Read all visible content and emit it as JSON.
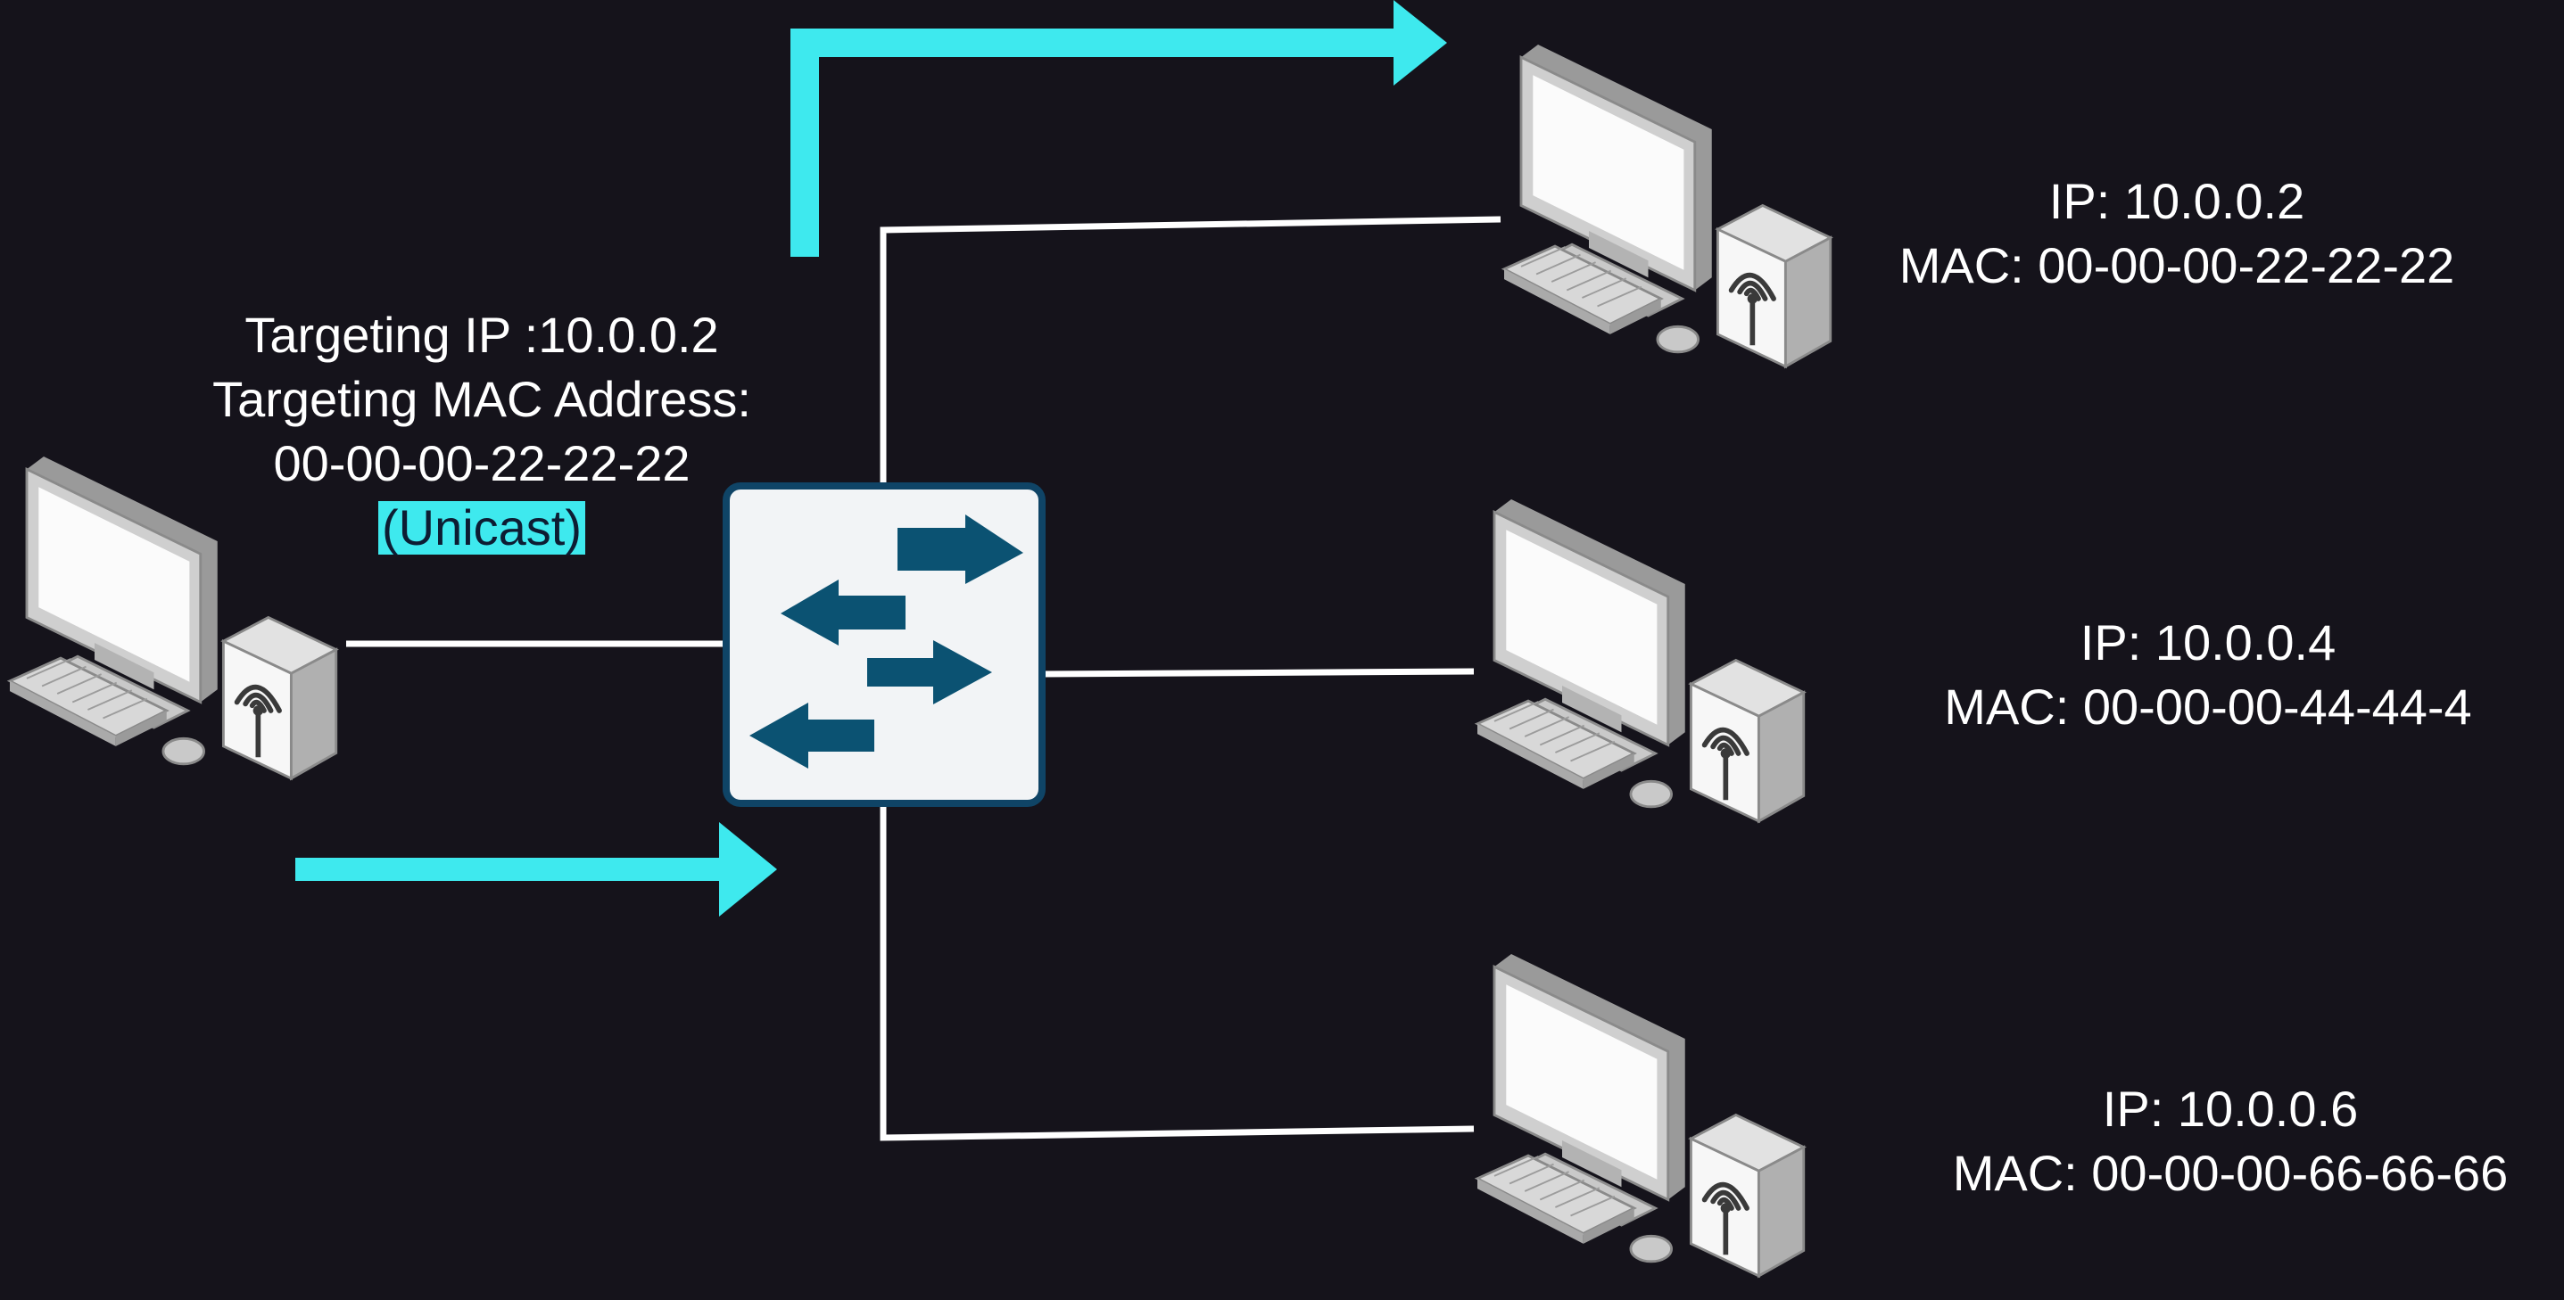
{
  "sender": {
    "target_ip": "Targeting IP :10.0.0.2",
    "target_mac_heading": "Targeting MAC Address:",
    "target_mac": "00-00-00-22-22-22",
    "mode": "(Unicast)"
  },
  "hosts": [
    {
      "ip": "IP: 10.0.0.2",
      "mac": "MAC: 00-00-00-22-22-22"
    },
    {
      "ip": "IP: 10.0.0.4",
      "mac": "MAC: 00-00-00-44-44-4"
    },
    {
      "ip": "IP: 10.0.0.6",
      "mac": "MAC: 00-00-00-66-66-66"
    }
  ],
  "colors": {
    "background": "#15131b",
    "frame_flow_arrow": "#3ee9ee",
    "link": "#ffffff",
    "switch_arrows": "#0b5272",
    "switch_border": "#0f4466"
  },
  "icons": [
    "desktop-computer-icon",
    "network-switch-icon",
    "arrow-right-icon"
  ]
}
